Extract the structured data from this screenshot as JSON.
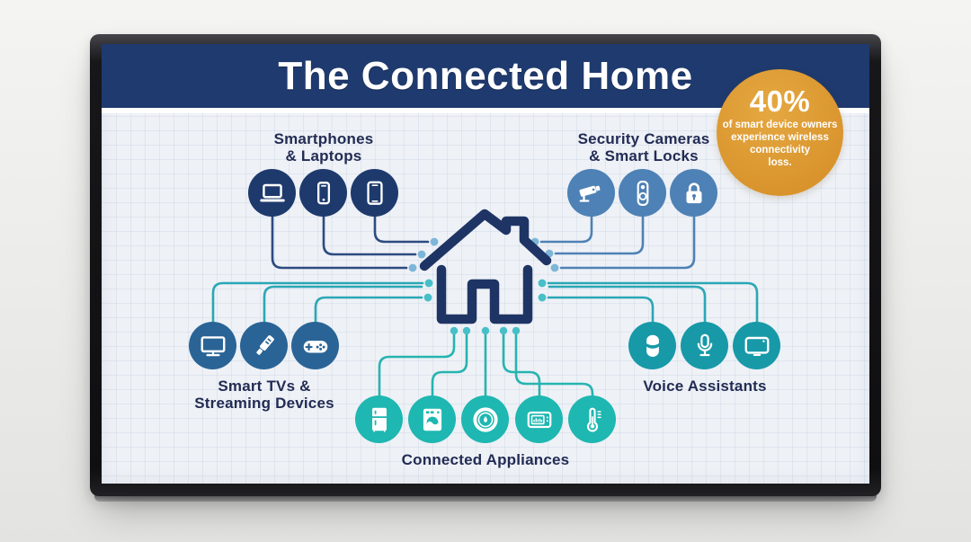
{
  "title": "The Connected Home",
  "badge": {
    "value": "40%",
    "lines": [
      "of smart device owners",
      "experience wireless",
      "connectivity",
      "loss."
    ]
  },
  "groups": {
    "smartphones": {
      "line1": "Smartphones",
      "line2": "& Laptops",
      "devices": [
        "laptop",
        "smartphone",
        "tablet"
      ]
    },
    "security": {
      "line1": "Security Cameras",
      "line2": "& Smart Locks",
      "devices": [
        "security-camera",
        "video-doorbell",
        "smart-lock"
      ]
    },
    "smart_tvs": {
      "line1": "Smart TVs &",
      "line2": "Streaming Devices",
      "devices": [
        "smart-tv",
        "streaming-stick",
        "game-controller"
      ]
    },
    "voice": {
      "label": "Voice Assistants",
      "devices": [
        "smart-speaker",
        "microphone",
        "smart-display"
      ]
    },
    "appliances": {
      "label": "Connected Appliances",
      "devices": [
        "refrigerator",
        "washing-machine",
        "thermostat",
        "microwave",
        "smart-thermometer"
      ]
    }
  },
  "center": {
    "icon": "house"
  },
  "colors": {
    "header": "#1f3a6e",
    "house": "#1e3464",
    "navy_circle": "#1e3a6d",
    "steel_circle": "#4e81b5",
    "blue_circle": "#2a6496",
    "teal_circle": "#1799a8",
    "bright_teal_circle": "#1eb7b1",
    "navy_line": "#2c4b80",
    "steel_line": "#4e81b5",
    "teal_line": "#2aa7b5",
    "bright_teal_line": "#26b4b0",
    "dot_blue": "#7db6d8",
    "dot_teal": "#46bfc8",
    "badge_orange": "#d9932c",
    "label_text": "#222c54"
  }
}
